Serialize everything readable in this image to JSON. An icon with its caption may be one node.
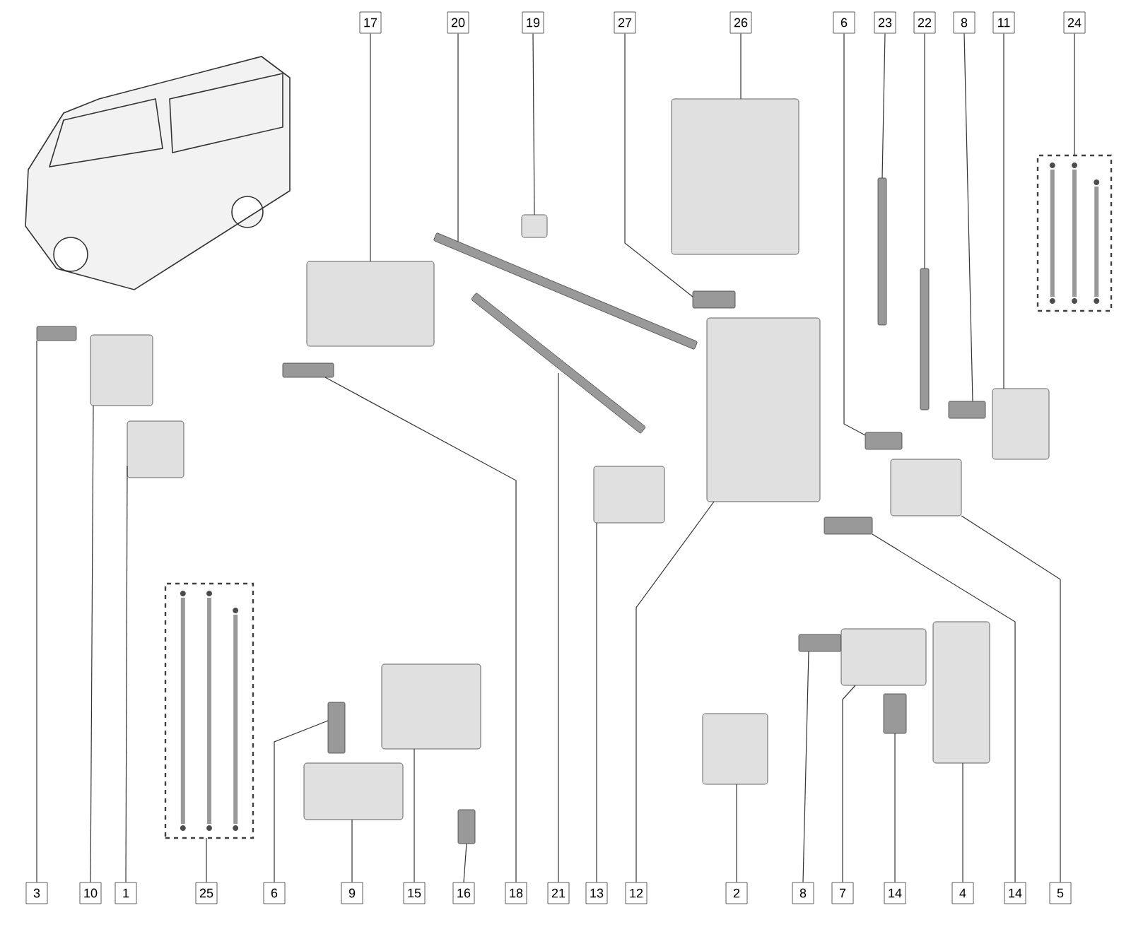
{
  "diagram": {
    "nodes": [
      {
        "text": [
          "17"
        ]
      },
      {
        "text": [
          "20"
        ]
      },
      {
        "text": [
          "19"
        ]
      },
      {
        "text": [
          "27"
        ]
      },
      {
        "text": [
          "26"
        ]
      },
      {
        "text": [
          "6"
        ]
      },
      {
        "text": [
          "23"
        ]
      },
      {
        "text": [
          "22"
        ]
      },
      {
        "text": [
          "8"
        ]
      },
      {
        "text": [
          "11"
        ]
      },
      {
        "text": [
          "24"
        ]
      },
      {
        "text": [
          "3"
        ]
      },
      {
        "text": [
          "10"
        ]
      },
      {
        "text": [
          "1"
        ]
      },
      {
        "text": [
          "25"
        ]
      },
      {
        "text": [
          "6"
        ]
      },
      {
        "text": [
          "9"
        ]
      },
      {
        "text": [
          "15"
        ]
      },
      {
        "text": [
          "16"
        ]
      },
      {
        "text": [
          "18"
        ]
      },
      {
        "text": [
          "21"
        ]
      },
      {
        "text": [
          "13"
        ]
      },
      {
        "text": [
          "12"
        ]
      },
      {
        "text": [
          "2"
        ]
      },
      {
        "text": [
          "8"
        ]
      },
      {
        "text": [
          "7"
        ]
      },
      {
        "text": [
          "14"
        ]
      },
      {
        "text": [
          "4"
        ]
      },
      {
        "text": [
          "14"
        ]
      },
      {
        "text": [
          "5"
        ]
      },
      {
        "text": [],
        "shape": "box"
      },
      {
        "text": [],
        "shape": "bar"
      },
      {
        "text": [],
        "shape": "box"
      },
      {
        "text": [],
        "shape": "bar"
      },
      {
        "text": [],
        "shape": "box"
      },
      {
        "text": [],
        "shape": "bar"
      },
      {
        "text": [],
        "shape": "bar"
      },
      {
        "text": [],
        "shape": "bar"
      },
      {
        "text": [],
        "shape": "bar"
      },
      {
        "text": [],
        "shape": "box"
      },
      {
        "text": [],
        "shape": "picture"
      },
      {
        "text": [],
        "shape": "bar"
      },
      {
        "text": [],
        "shape": "box"
      },
      {
        "text": [],
        "shape": "box"
      },
      {
        "text": [],
        "shape": "picture"
      },
      {
        "text": [],
        "shape": "bar"
      },
      {
        "text": [],
        "shape": "box"
      },
      {
        "text": [],
        "shape": "box"
      },
      {
        "text": [],
        "shape": "bar"
      },
      {
        "text": [],
        "shape": "bar"
      },
      {
        "text": [],
        "shape": "bar"
      },
      {
        "text": [],
        "shape": "box"
      },
      {
        "text": [],
        "shape": "box"
      },
      {
        "text": [],
        "shape": "box"
      },
      {
        "text": [],
        "shape": "bar"
      },
      {
        "text": [],
        "shape": "box"
      },
      {
        "text": [],
        "shape": "bar"
      },
      {
        "text": [],
        "shape": "box"
      },
      {
        "text": [],
        "shape": "bar"
      },
      {
        "text": [],
        "shape": "box"
      }
    ],
    "edges": [
      {
        "from": 0,
        "to": 30,
        "arrow": "none"
      },
      {
        "from": 1,
        "to": 31,
        "arrow": "none"
      },
      {
        "from": 2,
        "to": 32,
        "arrow": "none"
      },
      {
        "from": 3,
        "to": 33,
        "arrow": "none"
      },
      {
        "from": 4,
        "to": 34,
        "arrow": "none"
      },
      {
        "from": 5,
        "to": 35,
        "arrow": "none"
      },
      {
        "from": 6,
        "to": 36,
        "arrow": "none"
      },
      {
        "from": 7,
        "to": 37,
        "arrow": "none"
      },
      {
        "from": 8,
        "to": 38,
        "arrow": "none"
      },
      {
        "from": 9,
        "to": 39,
        "arrow": "none"
      },
      {
        "from": 10,
        "to": 40,
        "arrow": "none"
      },
      {
        "from": 11,
        "to": 41,
        "arrow": "none"
      },
      {
        "from": 12,
        "to": 42,
        "arrow": "none"
      },
      {
        "from": 13,
        "to": 43,
        "arrow": "none"
      },
      {
        "from": 14,
        "to": 44,
        "arrow": "none"
      },
      {
        "from": 15,
        "to": 45,
        "arrow": "none"
      },
      {
        "from": 16,
        "to": 46,
        "arrow": "none"
      },
      {
        "from": 17,
        "to": 47,
        "arrow": "none"
      },
      {
        "from": 18,
        "to": 48,
        "arrow": "none"
      },
      {
        "from": 19,
        "to": 49,
        "arrow": "none"
      },
      {
        "from": 20,
        "to": 50,
        "arrow": "none"
      },
      {
        "from": 21,
        "to": 51,
        "arrow": "none"
      },
      {
        "from": 22,
        "to": 52,
        "arrow": "none"
      },
      {
        "from": 23,
        "to": 53,
        "arrow": "none"
      },
      {
        "from": 24,
        "to": 54,
        "arrow": "none"
      },
      {
        "from": 25,
        "to": 55,
        "arrow": "none"
      },
      {
        "from": 26,
        "to": 56,
        "arrow": "none"
      },
      {
        "from": 27,
        "to": 57,
        "arrow": "none"
      },
      {
        "from": 28,
        "to": 58,
        "arrow": "none"
      },
      {
        "from": 29,
        "to": 59,
        "arrow": "none"
      }
    ]
  }
}
